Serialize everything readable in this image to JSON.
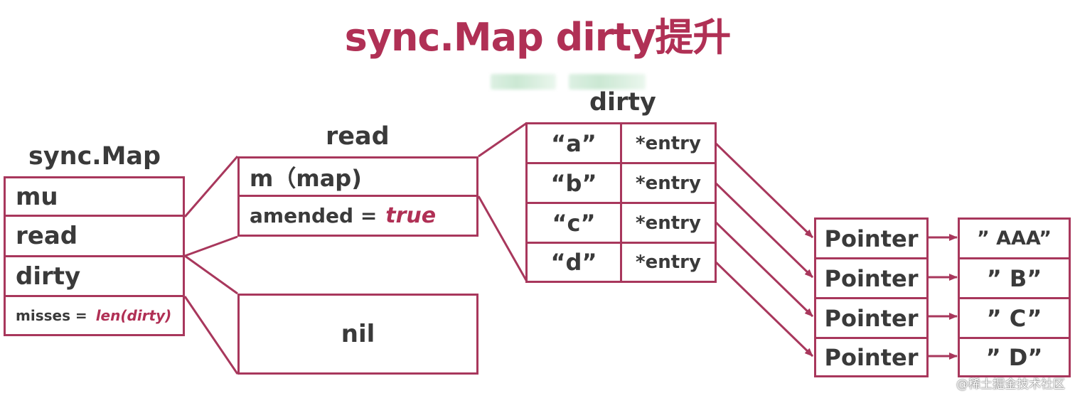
{
  "title": "sync.Map dirty提升",
  "sync_map": {
    "label": "sync.Map",
    "fields": {
      "mu": "mu",
      "read": "read",
      "dirty": "dirty",
      "misses_label": "misses =",
      "misses_value": "len(dirty)"
    }
  },
  "read_struct": {
    "label": "read",
    "m": "m（map)",
    "amended_label": "amended =",
    "amended_value": "true"
  },
  "dirty_nil": {
    "text": "nil"
  },
  "dirty_map": {
    "label": "dirty",
    "entries": [
      {
        "key": "“a”",
        "value": "*entry"
      },
      {
        "key": "“b”",
        "value": "*entry"
      },
      {
        "key": "“c”",
        "value": "*entry"
      },
      {
        "key": "“d”",
        "value": "*entry"
      }
    ]
  },
  "pointers": [
    "Pointer",
    "Pointer",
    "Pointer",
    "Pointer"
  ],
  "values": [
    "” AAA”",
    "” B”",
    "” C”",
    "” D”"
  ],
  "watermark": "@稀土掘金技术社区",
  "colors": {
    "accent": "#b03055",
    "border": "#a8375c",
    "text": "#3a3a3a"
  }
}
